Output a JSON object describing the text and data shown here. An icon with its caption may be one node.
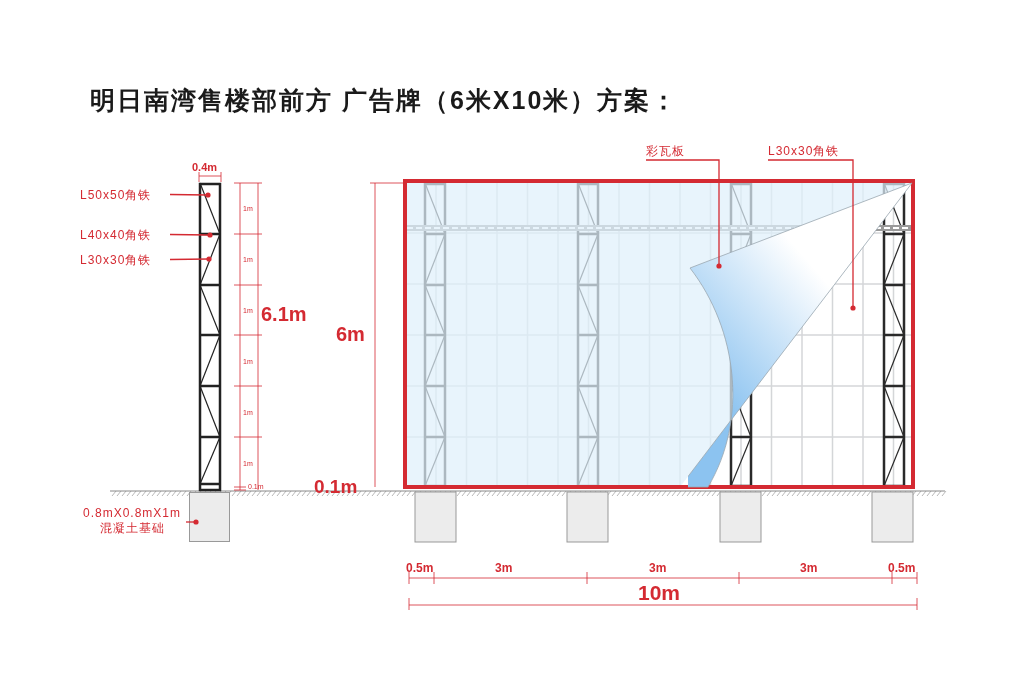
{
  "diagram": {
    "title": "明日南湾售楼部前方 广告牌（6米X10米）方案：",
    "nodes": [
      {
        "text": [
          "L50x50角铁"
        ]
      },
      {
        "text": [
          "L40x40角铁"
        ]
      },
      {
        "text": [
          "L30x30角铁"
        ]
      },
      {
        "text": [],
        "shape": "picture"
      },
      {
        "text": [
          "0.8mX0.8mX1m 混凝土基础"
        ]
      },
      {
        "text": [],
        "shape": "box"
      },
      {
        "text": [
          "彩瓦板"
        ]
      },
      {
        "text": [],
        "shape": "picture",
        "in": 9
      },
      {
        "text": [
          "L30x30角铁"
        ]
      },
      {
        "text": [],
        "shape": "picture"
      }
    ],
    "edges": [
      {
        "from": 0,
        "to": 3,
        "arrow": "other"
      },
      {
        "from": 1,
        "to": 3,
        "arrow": "other"
      },
      {
        "from": 2,
        "to": 3,
        "arrow": "other"
      },
      {
        "from": 4,
        "to": 5,
        "arrow": "other"
      },
      {
        "from": 6,
        "to": 7,
        "arrow": "other"
      },
      {
        "from": 8,
        "to": 9,
        "arrow": "other"
      }
    ],
    "labels": [
      "0.4m",
      "1m",
      "1m",
      "1m",
      "1m",
      "1m",
      "1m",
      "0.1m",
      "6.1m",
      "6m",
      "0.1m",
      "0.5m",
      "3m",
      "3m",
      "3m",
      "0.5m",
      "10m"
    ]
  }
}
